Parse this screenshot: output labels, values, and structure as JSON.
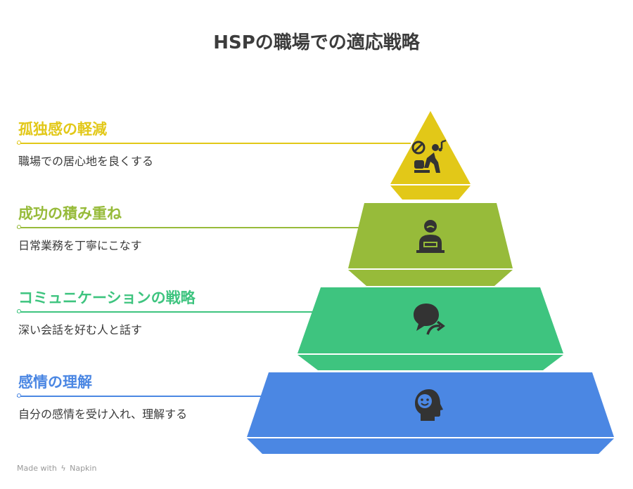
{
  "title": "HSPの職場での適応戦略",
  "levels": [
    {
      "heading": "孤独感の軽減",
      "description": "職場での居心地を良くする",
      "color": "#e2c818",
      "icon": "quiet-space-icon"
    },
    {
      "heading": "成功の積み重ね",
      "description": "日常業務を丁寧にこなす",
      "color": "#97bb3a",
      "icon": "worker-desk-icon"
    },
    {
      "heading": "コミュニケーションの戦略",
      "description": "深い会話を好む人と話す",
      "color": "#3ec47f",
      "icon": "speech-bubble-icon"
    },
    {
      "heading": "感情の理解",
      "description": "自分の感情を受け入れ、理解する",
      "color": "#4b87e3",
      "icon": "smiling-head-icon"
    }
  ],
  "footer": {
    "made_with": "Made with",
    "brand": "Napkin"
  }
}
